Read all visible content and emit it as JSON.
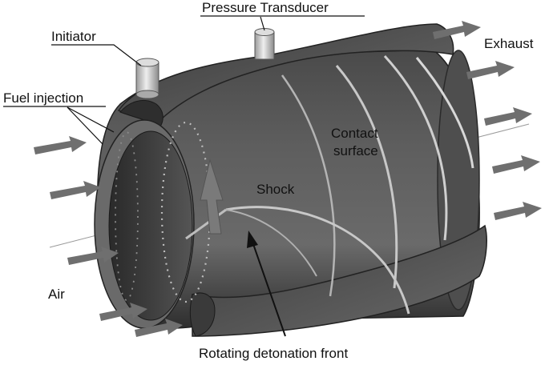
{
  "labels": {
    "pressure_transducer": "Pressure Transducer",
    "initiator": "Initiator",
    "fuel_injection": "Fuel injection",
    "exhaust": "Exhaust",
    "contact_surface_line1": "Contact",
    "contact_surface_line2": "surface",
    "shock": "Shock",
    "air": "Air",
    "rotating_detonation_front": "Rotating detonation front"
  },
  "colors": {
    "flow_arrow": "#6f6f6f",
    "shell_dark": "#3a3a3a",
    "shell_mid": "#5a5a5a",
    "shell_light": "#8a8a8a",
    "wave_line": "#c8c8c8",
    "annotation": "#111111"
  }
}
